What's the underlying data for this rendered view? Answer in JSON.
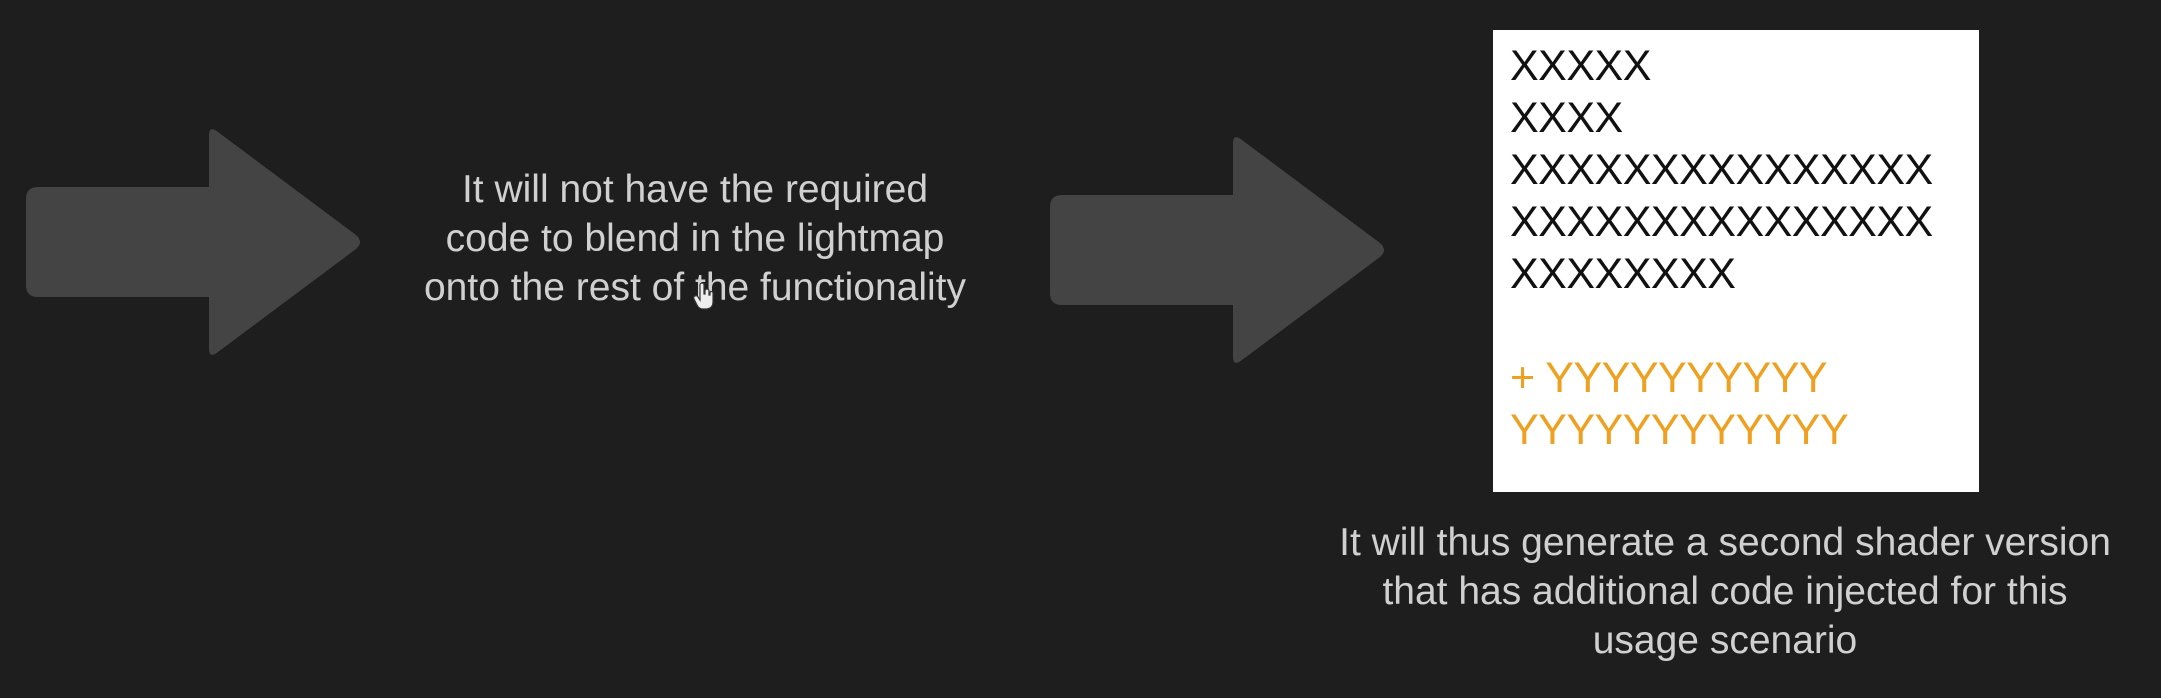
{
  "captions": {
    "middle": [
      "It will not have the required",
      "code to blend in the lightmap",
      "onto the rest of the functionality"
    ],
    "bottom": [
      "It will thus generate a second shader version",
      "that has additional code injected for this",
      "usage scenario"
    ]
  },
  "code_card": {
    "base_lines": [
      "XXXXX",
      "XXXX",
      "XXXXXXXXXXXXXXX",
      "XXXXXXXXXXXXXXX",
      "XXXXXXXX"
    ],
    "added_lines": [
      "+ YYYYYYYYYY",
      "YYYYYYYYYYYY"
    ]
  },
  "colors": {
    "background": "#1e1e1e",
    "arrow": "#444444",
    "caption_text": "#d0d0d0",
    "card_background": "#ffffff",
    "base_code": "#111111",
    "added_code": "#f0a020"
  },
  "icons": {
    "arrows": [
      "right-arrow-icon",
      "right-arrow-icon"
    ],
    "cursor": "hand-cursor-icon"
  }
}
